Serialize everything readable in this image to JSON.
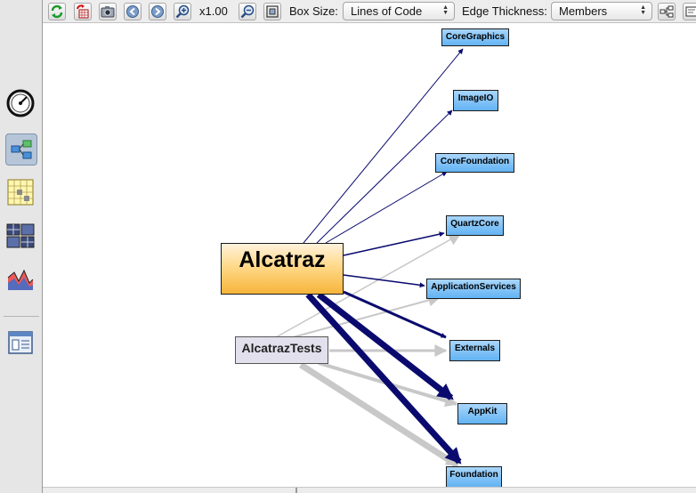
{
  "toolbar": {
    "zoom_level": "x1.00",
    "box_size_label": "Box Size:",
    "box_size_value": "Lines of Code",
    "edge_thickness_label": "Edge Thickness:",
    "edge_thickness_value": "Members"
  },
  "sidebar": {
    "items": [
      {
        "icon": "gauge-icon",
        "active": false
      },
      {
        "icon": "dependency-graph-icon",
        "active": true
      },
      {
        "icon": "matrix-icon",
        "active": false
      },
      {
        "icon": "treemap-icon",
        "active": false
      },
      {
        "icon": "metrics-chart-icon",
        "active": false
      },
      {
        "icon": "window-icon",
        "active": false
      }
    ]
  },
  "graph": {
    "main_node": "Alcatraz",
    "test_node": "AlcatrazTests",
    "dependencies": [
      "CoreGraphics",
      "ImageIO",
      "CoreFoundation",
      "QuartzCore",
      "ApplicationServices",
      "Externals",
      "AppKit",
      "Foundation"
    ],
    "colors": {
      "main_edge": "#0a0a6e",
      "test_edge": "#c8c8c8",
      "dependency_fill": "#6cb8f5",
      "main_fill": "#f8bb44",
      "test_fill": "#e2e0ec"
    }
  }
}
